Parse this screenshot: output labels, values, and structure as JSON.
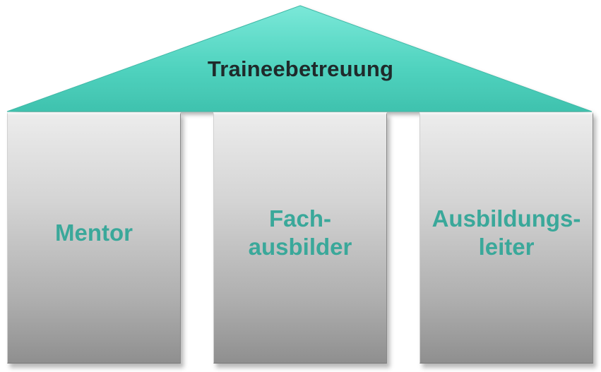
{
  "diagram": {
    "roof": {
      "title": "Traineebetreuung",
      "color": "#4fd6c2"
    },
    "pillars": [
      {
        "lines": [
          "Mentor"
        ]
      },
      {
        "lines": [
          "Fach-",
          "ausbilder"
        ]
      },
      {
        "lines": [
          "Ausbildungs-",
          "leiter"
        ]
      }
    ],
    "label_color": "#3aa89a"
  }
}
